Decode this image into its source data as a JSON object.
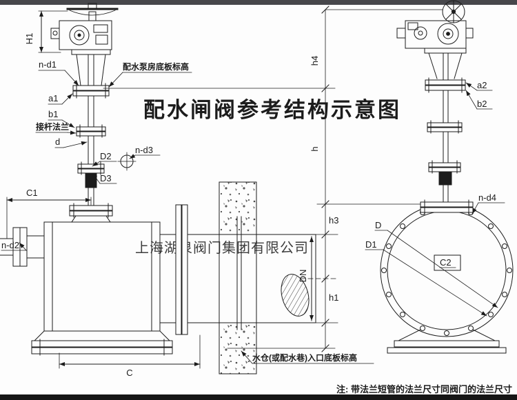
{
  "page": {
    "title": "配水闸阀参考结构示意图",
    "watermark": "上海湖泉阀门集团有限公司",
    "note": "注: 带法兰短管的法兰尺寸同阀门的法兰尺寸"
  },
  "colors": {
    "title": "#e60000",
    "watermark": "#bdbdbd",
    "line": "#1c1c1c"
  },
  "left_view": {
    "dims": {
      "H1": "H1",
      "n_d1": "n-d1",
      "a1": "a1",
      "b1": "b1",
      "d": "d",
      "D2": "D2",
      "D3": "D3",
      "n_d3": "n-d3",
      "C1": "C1",
      "n_d2": "n-d2",
      "C": "C"
    },
    "notes": {
      "pump_floor": "配水泵房底板标高",
      "stem_flange": "接杆法兰"
    }
  },
  "right_view": {
    "dims": {
      "h4": "h4",
      "h": "h",
      "h3": "h3",
      "h1": "h1",
      "DN": "DN",
      "a2": "a2",
      "b2": "b2",
      "D": "D",
      "D1": "D1",
      "C2": "C2",
      "n_d4": "n-d4"
    },
    "notes": {
      "sump_floor": "水仓(或配水巷)入口底板标高"
    }
  }
}
